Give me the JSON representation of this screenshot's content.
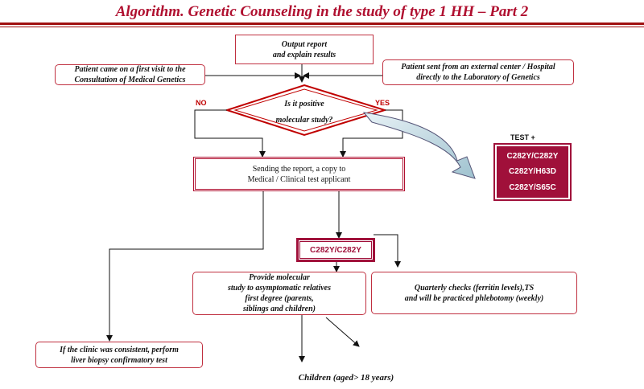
{
  "title": "Algorithm. Genetic Counseling in the study of type 1 HH – Part 2",
  "output_report": [
    "Output report",
    "and explain results"
  ],
  "patient_first_visit": [
    "Patient  came on a first visit to the",
    "Consultation of Medical Genetics"
  ],
  "patient_external": [
    "Patient sent from an external center / Hospital",
    "directly to the Laboratory of Genetics"
  ],
  "decision": [
    "Is it positive",
    "molecular study?"
  ],
  "no_label": "NO",
  "yes_label": "YES",
  "test_plus_label": "TEST +",
  "test_items": [
    "C282Y/C282Y",
    "C282Y/H63D",
    "C282Y/S65C"
  ],
  "sending_report": [
    "Sending the report, a copy to",
    "Medical / Clinical test applicant"
  ],
  "genotype": "C282Y/C282Y",
  "provide_study": [
    "Provide molecular",
    "study to asymptomatic relatives",
    "first degree (parents,",
    "siblings and children)"
  ],
  "quarterly_checks": [
    "Quarterly checks (ferritin levels),TS",
    "and will be practiced phlebotomy (weekly)"
  ],
  "liver_biopsy": [
    "If the clinic was consistent, perform",
    "liver biopsy confirmatory test"
  ],
  "children": "Children (aged> 18 years)",
  "colors": {
    "accent": "#b01030",
    "test_fill": "#a0103a",
    "arrow_fill": "#c8dde4"
  }
}
